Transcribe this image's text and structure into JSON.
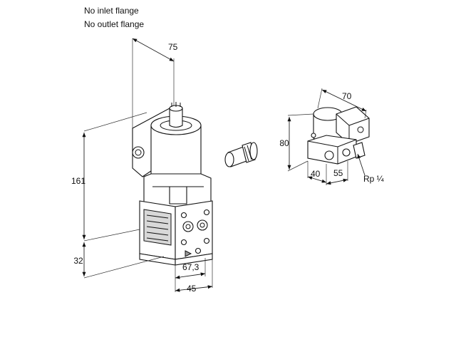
{
  "notes": {
    "line1": "No inlet flange",
    "line2": "No outlet flange"
  },
  "dimensions_main": {
    "width_top": "75",
    "height_upper": "161",
    "height_lower": "32",
    "depth_mid": "67,3",
    "depth_bottom": "45"
  },
  "dimensions_small": {
    "width_top": "70",
    "height": "80",
    "base_left": "40",
    "base_right": "55",
    "thread": "Rp ¼"
  }
}
